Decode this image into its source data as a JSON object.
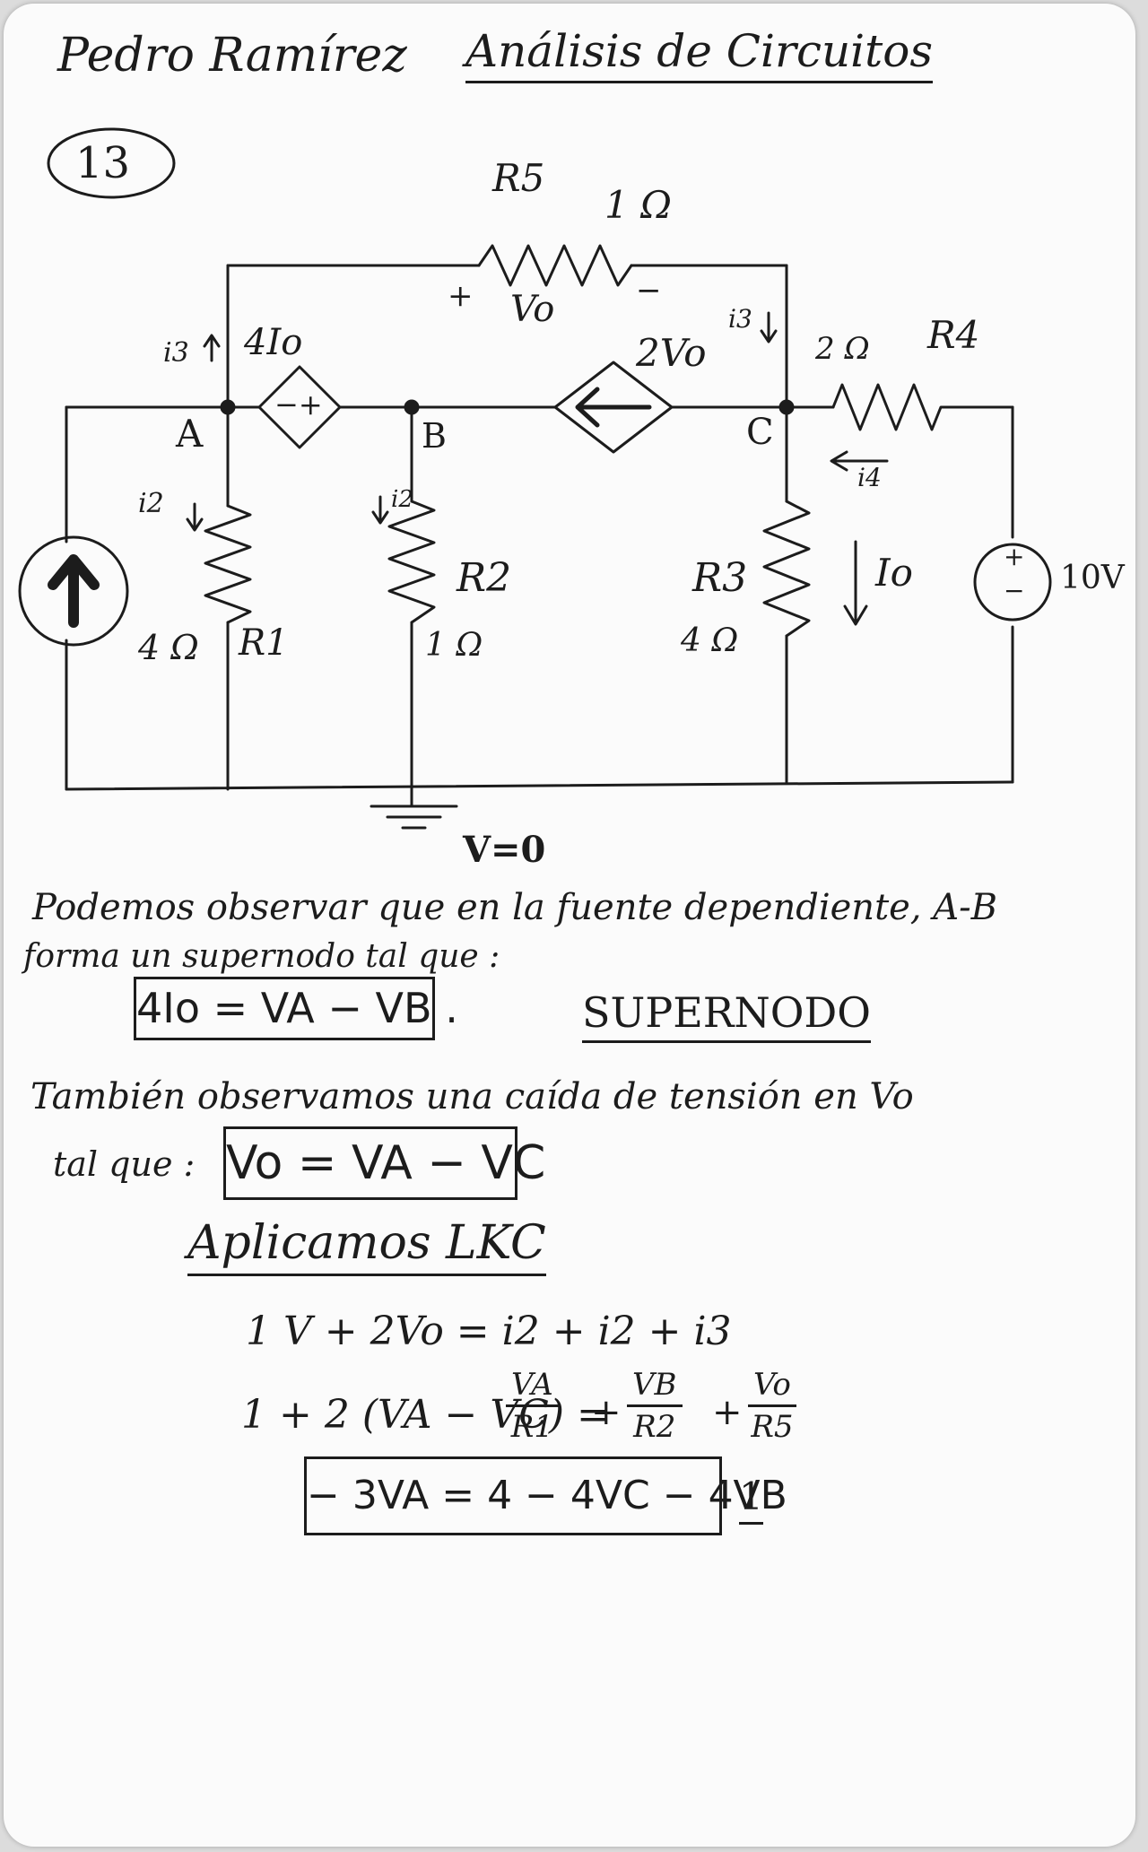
{
  "header": {
    "author": "Pedro Ramírez",
    "course": "Análisis de Circuitos",
    "problem_number": "13"
  },
  "circuit": {
    "nodes": {
      "a": "A",
      "b": "B",
      "c": "C",
      "ground": "V=0"
    },
    "r5": {
      "name": "R5",
      "value": "1 Ω",
      "vo_plus": "+",
      "vo_label": "Vo",
      "vo_minus": "−"
    },
    "r4": {
      "name": "R4",
      "value": "2 Ω",
      "current": "i4"
    },
    "r1": {
      "name": "R1",
      "value": "4 Ω",
      "current": "i2"
    },
    "r2": {
      "name": "R2",
      "value": "1 Ω",
      "current": "i2"
    },
    "r3": {
      "name": "R3",
      "value": "4 Ω",
      "current": "Io"
    },
    "dep_voltage": {
      "label": "4Io",
      "signs": "−+"
    },
    "dep_current": {
      "label": "2Vo"
    },
    "currents": {
      "i3_left": "i3",
      "i3_right": "i3"
    },
    "source_v": {
      "plus": "+",
      "minus": "−",
      "value": "10V"
    }
  },
  "notes": {
    "p1_line1": "Podemos observar que en la fuente dependiente, A-B",
    "p1_line2": "forma un supernodo tal que :",
    "eq_supernode": "4Io = VA − VB .",
    "supernode_label": "SUPERNODO",
    "p2_line1": "También observamos una caída de tensión en Vo",
    "p2_line2": "tal que :",
    "eq_vo": "Vo = VA − VC",
    "lkc_title": "Aplicamos LKC",
    "lkc_eq1": "1 V + 2Vo = i2 + i2 + i3",
    "lkc_eq2_left": "1 + 2 (VA − VC) =",
    "frac1_num": "VA",
    "frac1_den": "R1",
    "frac2_num": "VB",
    "frac2_den": "R2",
    "frac3_num": "Vo",
    "frac3_den": "R5",
    "plus_sign": "+",
    "eq_final": "− 3VA = 4 − 4VC − 4VB",
    "eq_final_tag": "1"
  }
}
